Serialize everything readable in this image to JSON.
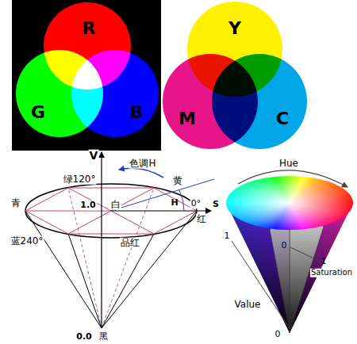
{
  "diagram": {
    "nodes": [
      {
        "text": [
          "R"
        ]
      },
      {
        "text": [
          "G"
        ]
      },
      {
        "text": [
          "B"
        ]
      },
      {
        "text": [
          "Y"
        ]
      },
      {
        "text": [
          "M"
        ]
      },
      {
        "text": [
          "C"
        ]
      }
    ],
    "labels": [
      "V",
      "绿120°",
      "色调H",
      "黄",
      "青",
      "1.0",
      "白",
      "H",
      "0°",
      "S",
      "红",
      "蓝240°",
      "品红",
      "0.0",
      "黑",
      "Hue",
      "1",
      "0",
      "1",
      "Saturation",
      "Value",
      "0"
    ]
  }
}
